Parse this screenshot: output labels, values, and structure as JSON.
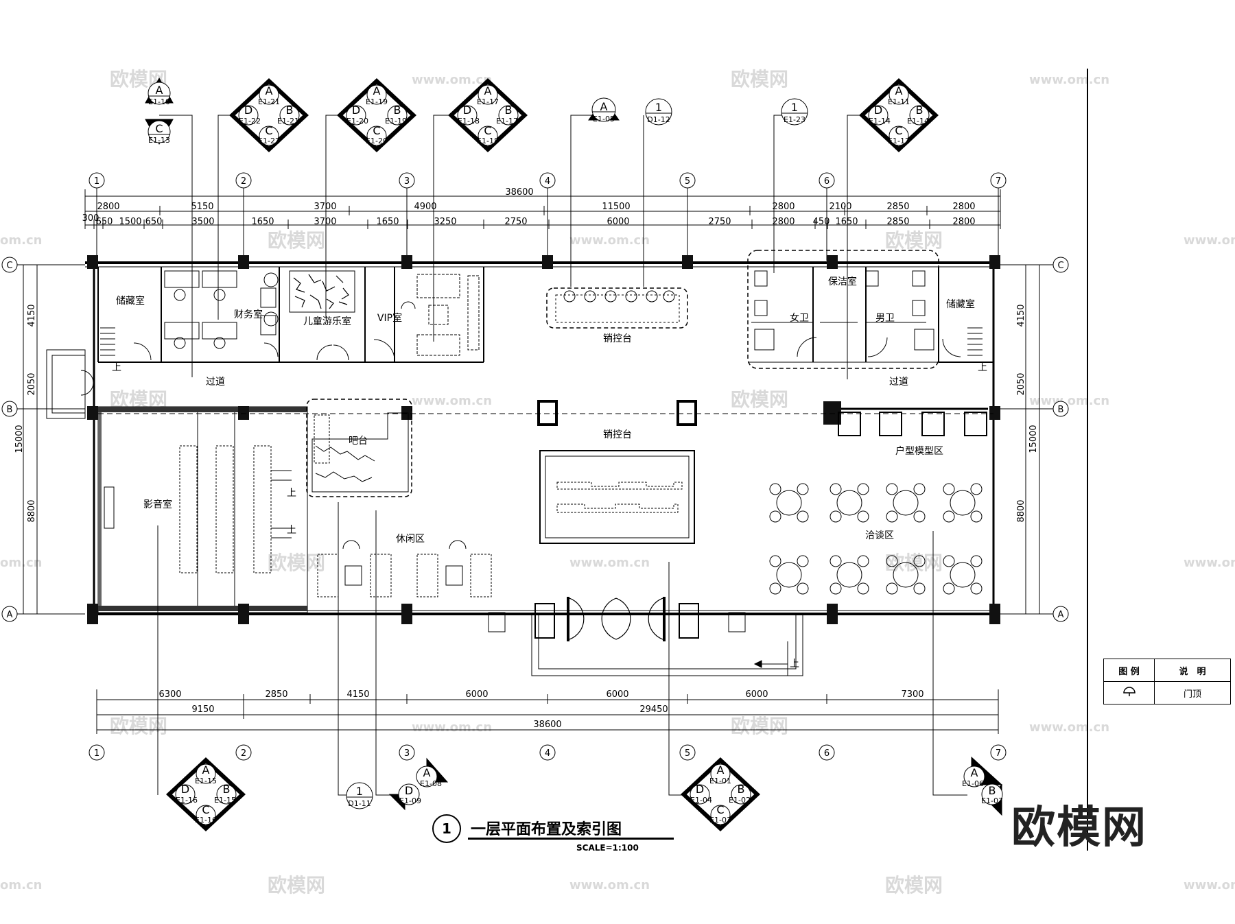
{
  "drawing": {
    "title_number": "1",
    "title": "一层平面布置及索引图",
    "scale": "SCALE=1:100",
    "brand": "欧模网",
    "watermarks": [
      "欧模网",
      "www.om.cn",
      "om.cn"
    ]
  },
  "grid": {
    "columns": [
      "1",
      "2",
      "3",
      "4",
      "5",
      "6",
      "7"
    ],
    "rows": [
      "C",
      "B",
      "A"
    ]
  },
  "dimensions": {
    "top_total": "38600",
    "top_row1": [
      "2800",
      "5150",
      "3700",
      "4900",
      "11500",
      "2800",
      "2100",
      "2850",
      "2800"
    ],
    "top_row2": [
      "300",
      "650",
      "1500",
      "650",
      "3500",
      "1650",
      "3700",
      "1650",
      "3250",
      "2750",
      "6000",
      "2750",
      "2800",
      "450",
      "1650",
      "2850",
      "2800"
    ],
    "bottom_row1": [
      "6300",
      "2850",
      "4150",
      "6000",
      "6000",
      "6000",
      "7300"
    ],
    "bottom_row2": [
      "9150",
      "29450"
    ],
    "bottom_total": "38600",
    "left": [
      "4150",
      "2050",
      "15000",
      "8800"
    ],
    "right": [
      "4150",
      "2050",
      "15000",
      "8800"
    ]
  },
  "rooms": {
    "storage_left": "储藏室",
    "finance": "财务室",
    "kids": "儿童游乐室",
    "vip": "VIP室",
    "sales_desk_top": "销控台",
    "cleaning": "保洁室",
    "women": "女卫",
    "men": "男卫",
    "storage_right": "储藏室",
    "corridor_left": "过道",
    "corridor_right": "过道",
    "sales_desk_center": "销控台",
    "bar": "吧台",
    "models": "户型模型区",
    "cinema": "影音室",
    "lounge": "休闲区",
    "negotiation": "洽谈区",
    "up": "上"
  },
  "index_tags": {
    "t1": {
      "a": "A",
      "a_ref": "E1-10",
      "c": "C",
      "c_ref": "E1-13"
    },
    "t2": {
      "a": "A",
      "a_ref": "E1-21",
      "b": "B",
      "b_ref": "E1-21",
      "c": "C",
      "c_ref": "E1-22",
      "d": "D",
      "d_ref": "E1-22"
    },
    "t3": {
      "a": "A",
      "a_ref": "E1-19",
      "b": "B",
      "b_ref": "E1-19",
      "c": "C",
      "c_ref": "E1-20",
      "d": "D",
      "d_ref": "E1-20"
    },
    "t4": {
      "a": "A",
      "a_ref": "E1-17",
      "b": "B",
      "b_ref": "E1-17",
      "c": "C",
      "c_ref": "E1-18",
      "d": "D",
      "d_ref": "E1-18"
    },
    "t5": {
      "a": "A",
      "a_ref": "E1-05"
    },
    "t6": {
      "n": "1",
      "ref": "D1-12"
    },
    "t7": {
      "n": "1",
      "ref": "E1-23"
    },
    "t8": {
      "a": "A",
      "a_ref": "E1-11",
      "b": "B",
      "b_ref": "E1-14",
      "c": "C",
      "c_ref": "E1-12",
      "d": "D",
      "d_ref": "E1-14"
    },
    "b1": {
      "a": "A",
      "a_ref": "E1-15",
      "b": "B",
      "b_ref": "E1-15",
      "c": "C",
      "c_ref": "E1-16",
      "d": "D",
      "d_ref": "E1-16"
    },
    "b2": {
      "n": "1",
      "ref": "D1-11"
    },
    "b3": {
      "a": "A",
      "a_ref": "E1-08",
      "d": "D",
      "d_ref": "E1-09"
    },
    "b4": {
      "a": "A",
      "a_ref": "E1-01",
      "b": "B",
      "b_ref": "E1-02",
      "c": "C",
      "c_ref": "E1-03",
      "d": "D",
      "d_ref": "E1-04"
    },
    "b5": {
      "a": "A",
      "a_ref": "E1-06",
      "b": "B",
      "b_ref": "E1-07"
    }
  },
  "legend": {
    "header_symbol": "图 例",
    "header_desc": "说　明",
    "row_desc": "门顶"
  }
}
